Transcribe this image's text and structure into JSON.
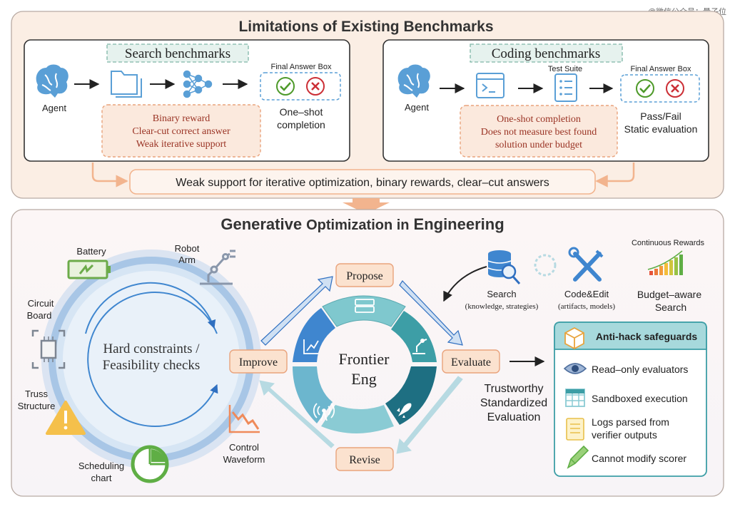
{
  "watermark": "@微信公众号：量子位",
  "top_panel": {
    "title": "Limitations of Existing Benchmarks",
    "search": {
      "title": "Search benchmarks",
      "agent_label": "Agent",
      "final_answer_box": "Final Answer Box",
      "issues": [
        "Binary reward",
        "Clear-cut correct answer",
        "Weak iterative support"
      ],
      "result": [
        "One–shot",
        "completion"
      ]
    },
    "coding": {
      "title": "Coding benchmarks",
      "agent_label": "Agent",
      "test_suite": "Test Suite",
      "final_answer_box": "Final Answer Box",
      "issues": [
        "One-shot completion",
        "Does not measure best found",
        "solution under budget"
      ],
      "result": [
        "Pass/Fail",
        "Static evaluation"
      ]
    },
    "summary": "Weak support for iterative optimization, binary rewards, clear–cut answers"
  },
  "bottom_panel": {
    "title_left": "Generative",
    "title_mid": "Optimization in",
    "title_right": "Engineering",
    "constraint_text": [
      "Hard constraints /",
      "Feasibility checks"
    ],
    "objects": {
      "battery": "Battery",
      "robot_arm": [
        "Robot",
        "Arm"
      ],
      "circuit_board": [
        "Circuit",
        "Board"
      ],
      "truss_structure": [
        "Truss",
        "Structure"
      ],
      "scheduling_chart": [
        "Scheduling",
        "chart"
      ],
      "control_waveform": [
        "Control",
        "Waveform"
      ]
    },
    "cycle": {
      "center": [
        "Frontier",
        "Eng"
      ],
      "propose": "Propose",
      "evaluate": "Evaluate",
      "revise": "Revise",
      "improve": "Improve"
    },
    "tools": {
      "search": "Search",
      "search_sub": "(knowledge, strategies)",
      "code_edit": "Code&Edit",
      "code_edit_sub": "(artifacts, models)",
      "continuous_rewards": "Continuous Rewards",
      "budget_search": [
        "Budget–aware",
        "Search"
      ]
    },
    "trustworthy": [
      "Trustworthy",
      "Standardized",
      "Evaluation"
    ],
    "safeguards": {
      "title": "Anti-hack safeguards",
      "items": [
        {
          "icon": "eye-icon",
          "text": [
            "Read–only evaluators"
          ]
        },
        {
          "icon": "sandbox-grid-icon",
          "text": [
            "Sandboxed execution"
          ]
        },
        {
          "icon": "log-list-icon",
          "text": [
            "Logs parsed from",
            "verifier outputs"
          ]
        },
        {
          "icon": "pen-icon",
          "text": [
            "Cannot modify scorer"
          ]
        }
      ]
    }
  },
  "colors": {
    "top_bg": "#fbeee4",
    "bottom_bg": "#faf7f8",
    "orange_dashed": "#e9a37c",
    "issue_text": "#9a3324",
    "teal": "#3d9ea6",
    "label_fill": "#fbe2cf",
    "check_green": "#4e9a2a",
    "cross_red": "#cc2f36"
  }
}
